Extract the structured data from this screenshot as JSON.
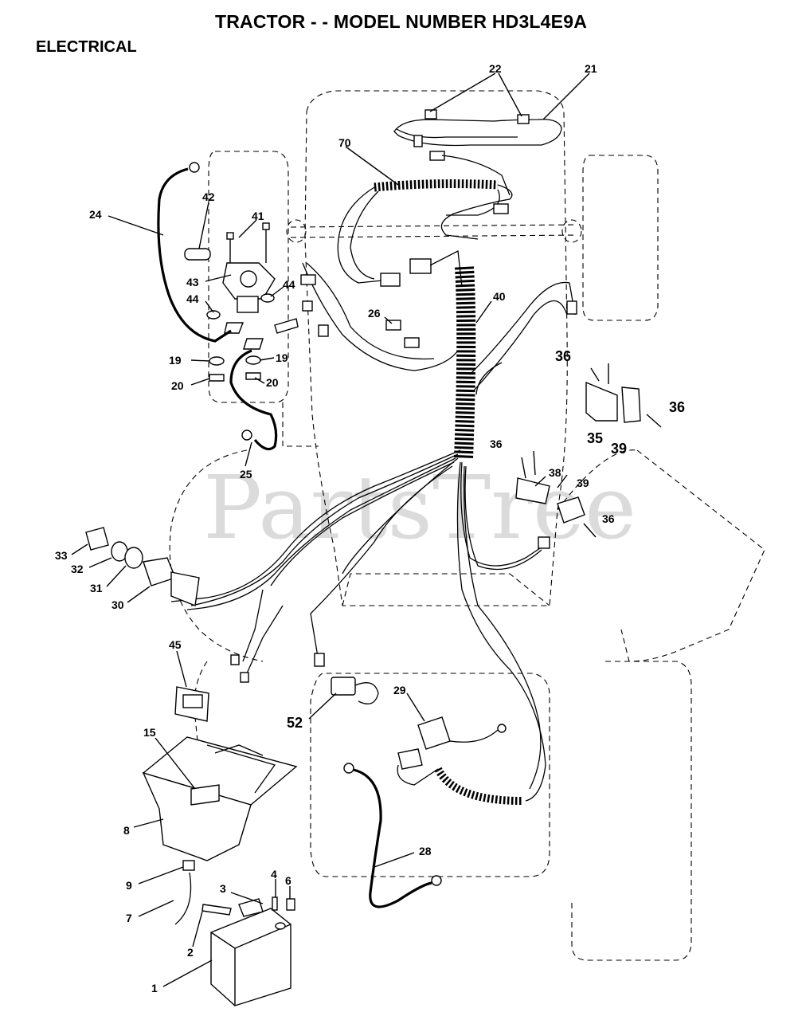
{
  "header": {
    "title": "TRACTOR - - MODEL NUMBER HD3L4E9A",
    "section": "ELECTRICAL"
  },
  "watermark": "PartsTree",
  "callouts": [
    {
      "id": "c22",
      "label": "22"
    },
    {
      "id": "c21",
      "label": "21"
    },
    {
      "id": "c70",
      "label": "70"
    },
    {
      "id": "c24",
      "label": "24"
    },
    {
      "id": "c42",
      "label": "42"
    },
    {
      "id": "c41",
      "label": "41"
    },
    {
      "id": "c43",
      "label": "43"
    },
    {
      "id": "c44a",
      "label": "44"
    },
    {
      "id": "c44b",
      "label": "44"
    },
    {
      "id": "c40",
      "label": "40"
    },
    {
      "id": "c26",
      "label": "26"
    },
    {
      "id": "c19a",
      "label": "19"
    },
    {
      "id": "c19b",
      "label": "19"
    },
    {
      "id": "c20a",
      "label": "20"
    },
    {
      "id": "c20b",
      "label": "20"
    },
    {
      "id": "c36a",
      "label": "36"
    },
    {
      "id": "c36b",
      "label": "36"
    },
    {
      "id": "c35",
      "label": "35"
    },
    {
      "id": "c39a",
      "label": "39"
    },
    {
      "id": "c36c",
      "label": "36"
    },
    {
      "id": "c38",
      "label": "38"
    },
    {
      "id": "c39b",
      "label": "39"
    },
    {
      "id": "c36d",
      "label": "36"
    },
    {
      "id": "c25",
      "label": "25"
    },
    {
      "id": "c33",
      "label": "33"
    },
    {
      "id": "c32",
      "label": "32"
    },
    {
      "id": "c31",
      "label": "31"
    },
    {
      "id": "c30",
      "label": "30"
    },
    {
      "id": "c45",
      "label": "45"
    },
    {
      "id": "c52",
      "label": "52"
    },
    {
      "id": "c29",
      "label": "29"
    },
    {
      "id": "c15",
      "label": "15"
    },
    {
      "id": "c8",
      "label": "8"
    },
    {
      "id": "c28",
      "label": "28"
    },
    {
      "id": "c9",
      "label": "9"
    },
    {
      "id": "c4",
      "label": "4"
    },
    {
      "id": "c6",
      "label": "6"
    },
    {
      "id": "c3",
      "label": "3"
    },
    {
      "id": "c7",
      "label": "7"
    },
    {
      "id": "c2",
      "label": "2"
    },
    {
      "id": "c1",
      "label": "1"
    }
  ]
}
